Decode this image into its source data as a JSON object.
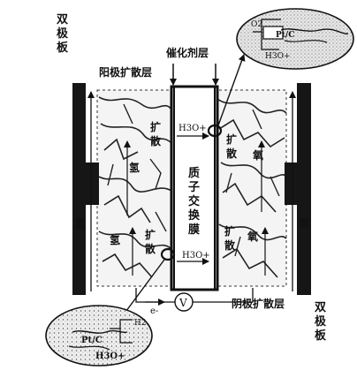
{
  "labels": {
    "bipolar_plate": "双极板",
    "anode_diffusion_layer": "阳极扩散层",
    "catalyst_layer": "催化剂层",
    "cathode_diffusion_layer": "阴极扩散层",
    "membrane": "质子交换膜",
    "hydrogen": "氢",
    "oxygen": "氧",
    "diffusion": "扩散",
    "hydronium": "H3O+",
    "electron": "e-",
    "voltmeter": "V",
    "pt_c": "Pt/C",
    "h2": "H2",
    "o2": "O2"
  }
}
